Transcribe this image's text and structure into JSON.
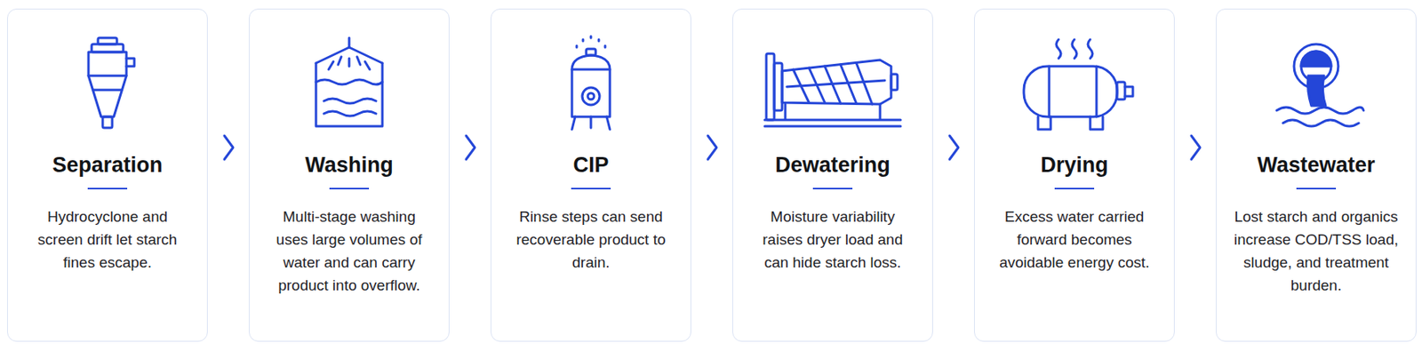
{
  "diagram": {
    "nodes": [
      {
        "text": [
          "Separation",
          "Hydrocyclone and screen drift let starch fines escape."
        ]
      },
      {
        "text": [
          "Washing",
          "Multi-stage washing uses large volumes of water and can carry product into overflow."
        ]
      },
      {
        "text": [
          "CIP",
          "Rinse steps can send recoverable product to drain."
        ]
      },
      {
        "text": [
          "Dewatering",
          "Moisture variability raises dryer load and can hide starch loss."
        ]
      },
      {
        "text": [
          "Drying",
          "Excess water carried forward becomes avoidable energy cost."
        ]
      },
      {
        "text": [
          "Wastewater",
          "Lost starch and organics increase COD/TSS load, sludge, and treatment burden."
        ]
      }
    ],
    "edges": [
      {
        "from": 0,
        "to": 1,
        "arrow": "to"
      },
      {
        "from": 1,
        "to": 2,
        "arrow": "to"
      },
      {
        "from": 2,
        "to": 3,
        "arrow": "to"
      },
      {
        "from": 3,
        "to": 4,
        "arrow": "to"
      },
      {
        "from": 4,
        "to": 5,
        "arrow": "to"
      }
    ]
  }
}
